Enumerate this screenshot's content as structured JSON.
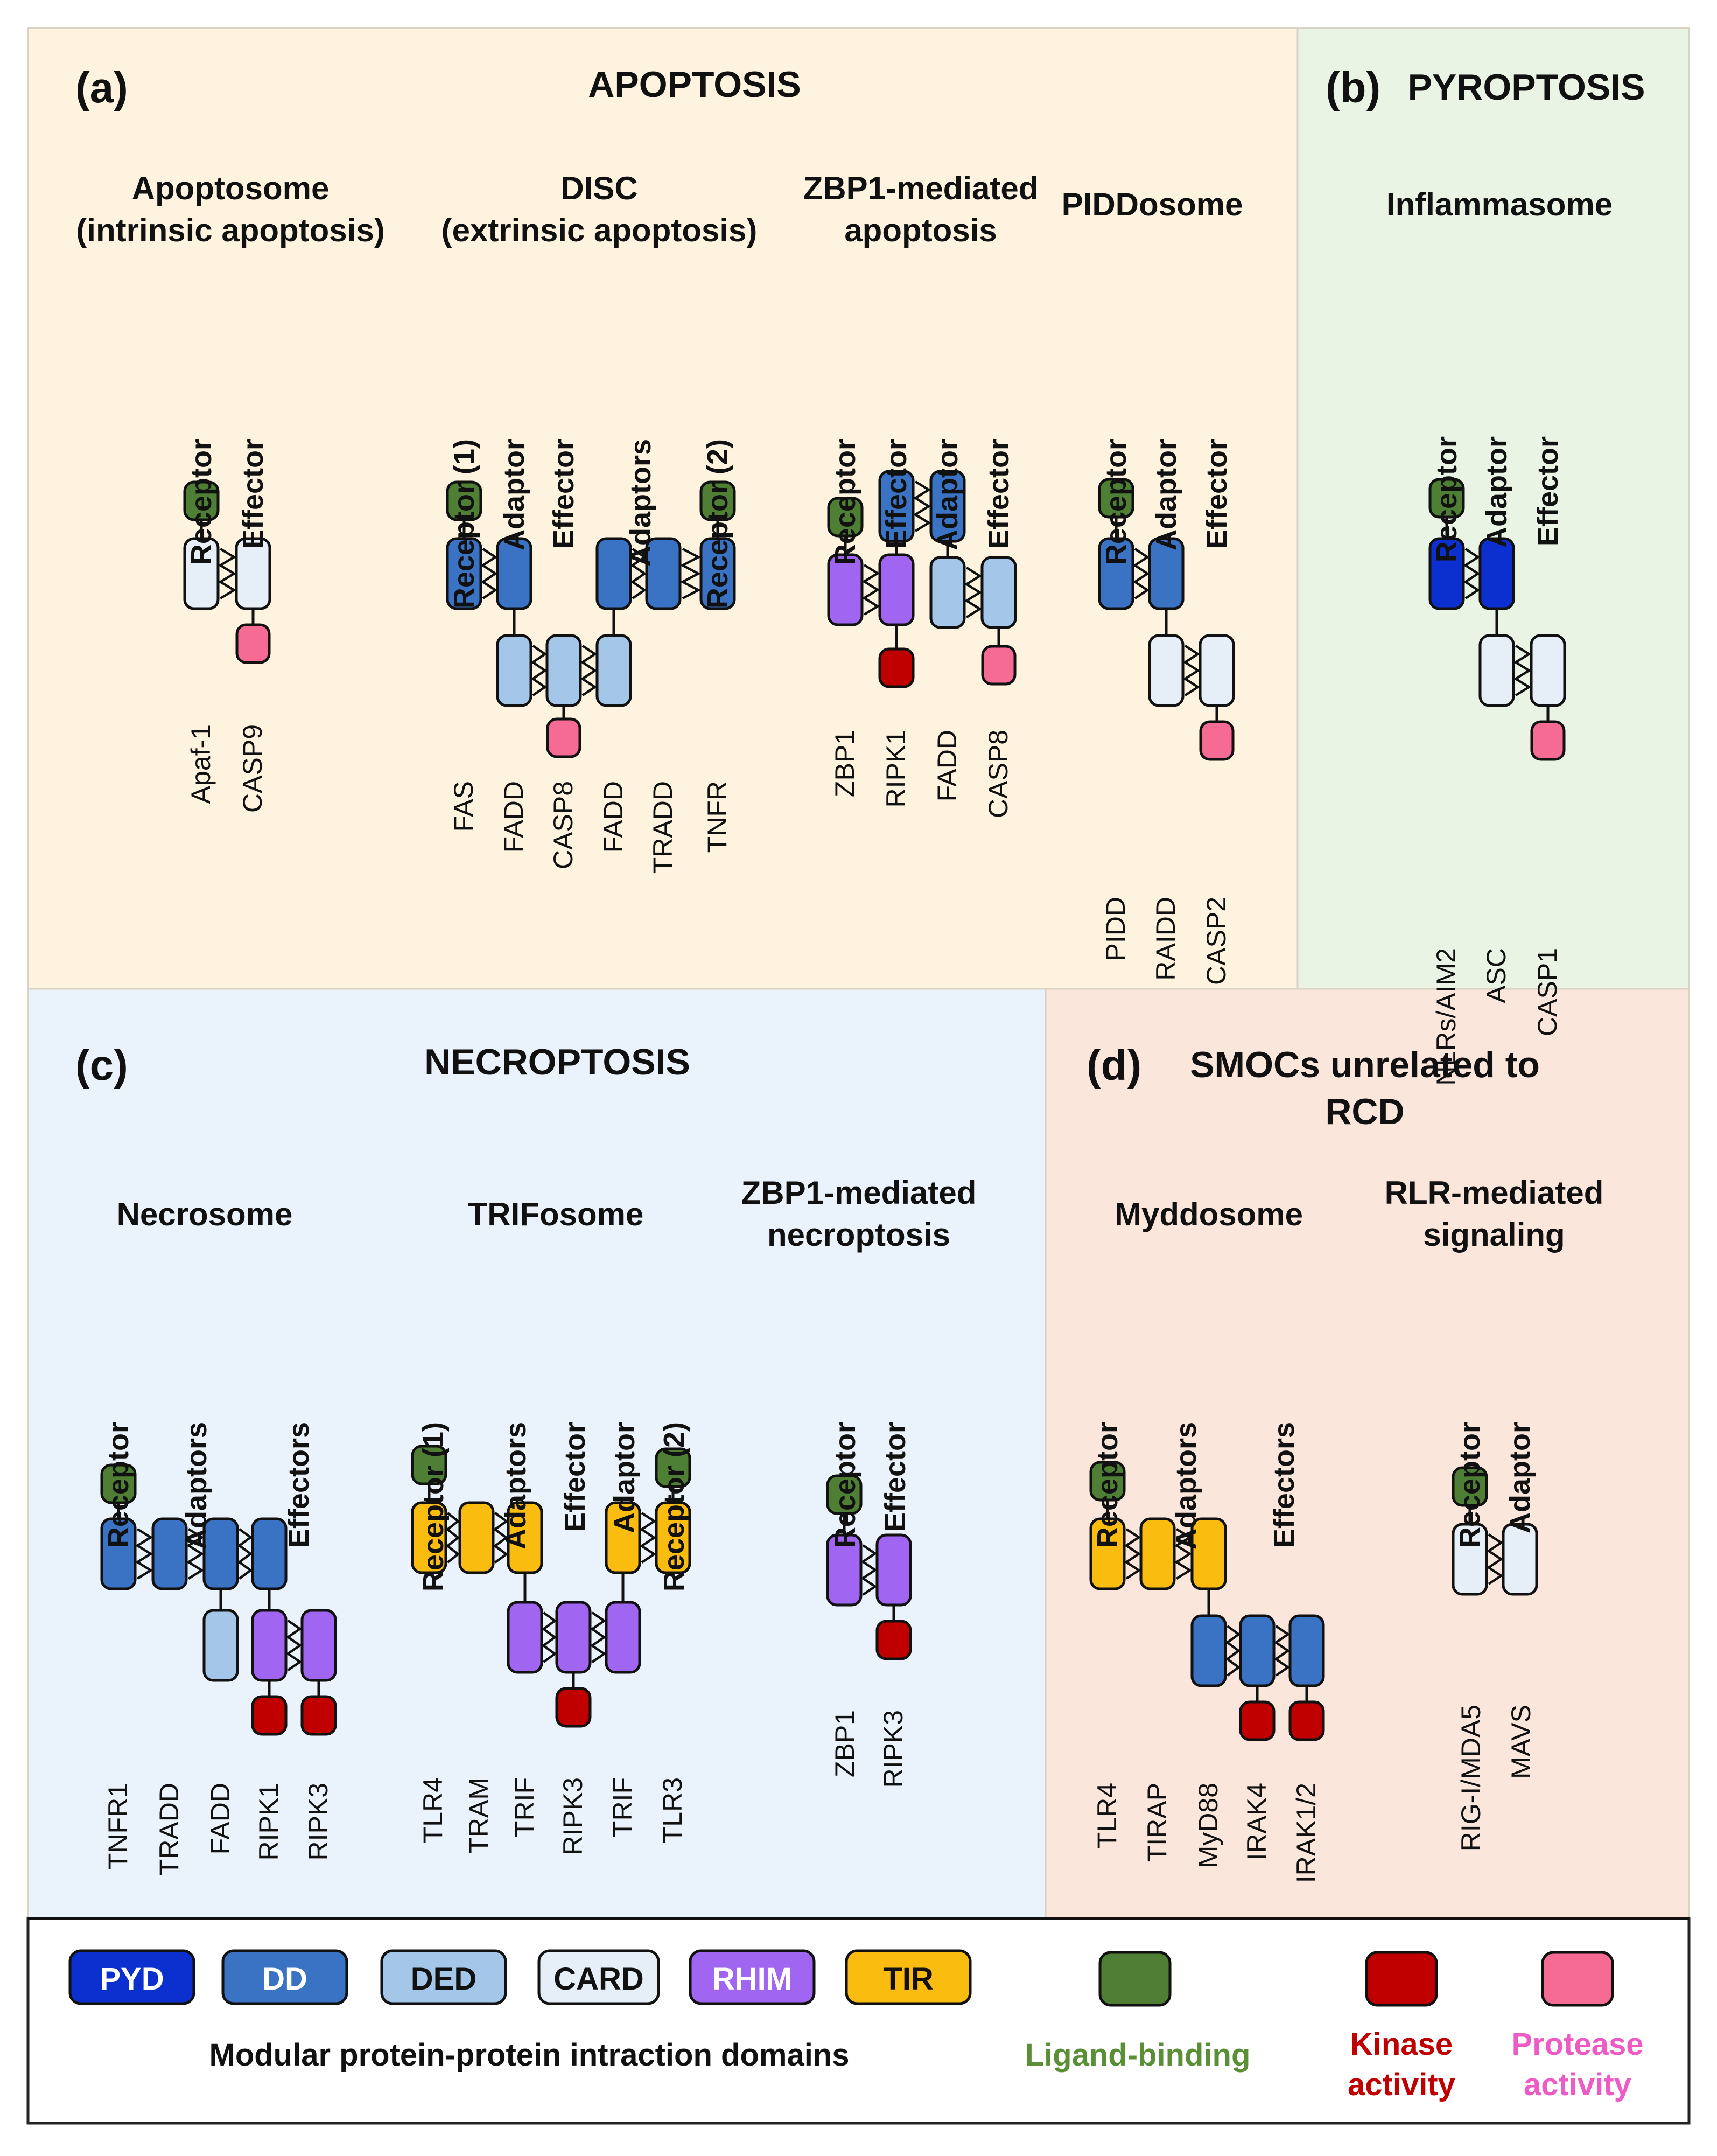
{
  "colors": {
    "PYD": "#0c2fd0",
    "DD": "#3a72c4",
    "DED": "#a4c6e9",
    "CARD": "#e6eef8",
    "RHIM": "#a066f2",
    "TIR": "#fbbc10",
    "ligand": "#4e7f34",
    "kinase": "#c00000",
    "protease": "#f56b94",
    "panel_a": "#fdf3df",
    "panel_b": "#e9f4e5",
    "panel_c": "#eaf3fb",
    "panel_d": "#fbe6dc",
    "outline": "#111111",
    "ligand_text": "#5a8f35",
    "kinase_text": "#c00000",
    "protease_text": "#ee5bc5"
  },
  "panels": [
    {
      "tag": "(a)",
      "title": [
        "APOPTOSIS"
      ]
    },
    {
      "tag": "(b)",
      "title": [
        "PYROPTOSIS"
      ]
    },
    {
      "tag": "(c)",
      "title": [
        "NECROPTOSIS"
      ]
    },
    {
      "tag": "(d)",
      "title": [
        "SMOCs unrelated to",
        "RCD"
      ]
    }
  ],
  "complexes": [
    {
      "title": [
        "Apoptosome",
        "(intrinsic apoptosis)"
      ],
      "roles": [
        "Receptor",
        "Effector"
      ],
      "proteins": [
        "Apaf-1",
        "CASP9"
      ]
    },
    {
      "title": [
        "DISC",
        "(extrinsic apoptosis)"
      ],
      "roles": [
        "Receptor (1)",
        "Adaptor",
        "Effector",
        "Adaptors",
        "Receptor (2)"
      ],
      "proteins": [
        "FAS",
        "FADD",
        "CASP8",
        "FADD",
        "TRADD",
        "TNFR"
      ]
    },
    {
      "title": [
        "ZBP1-mediated",
        "apoptosis"
      ],
      "roles": [
        "Receptor",
        "Effector",
        "Adaptor",
        "Effector"
      ],
      "proteins": [
        "ZBP1",
        "RIPK1",
        "FADD",
        "CASP8"
      ]
    },
    {
      "title": [
        "PIDDosome"
      ],
      "roles": [
        "Receptor",
        "Adaptor",
        "Effector"
      ],
      "proteins": [
        "PIDD",
        "RAIDD",
        "CASP2"
      ]
    },
    {
      "title": [
        "Inflammasome"
      ],
      "roles": [
        "Receptor",
        "Adaptor",
        "Effector"
      ],
      "proteins": [
        "NLRs/AIM2",
        "ASC",
        "CASP1"
      ]
    },
    {
      "title": [
        "Necrosome"
      ],
      "roles": [
        "Receptor",
        "Adaptors",
        "Effectors"
      ],
      "proteins": [
        "TNFR1",
        "TRADD",
        "FADD",
        "RIPK1",
        "RIPK3"
      ]
    },
    {
      "title": [
        "TRIFosome"
      ],
      "roles": [
        "Receptor (1)",
        "Adaptors",
        "Effector",
        "Adaptor",
        "Receptor (2)"
      ],
      "proteins": [
        "TLR4",
        "TRAM",
        "TRIF",
        "RIPK3",
        "TRIF",
        "TLR3"
      ]
    },
    {
      "title": [
        "ZBP1-mediated",
        "necroptosis"
      ],
      "roles": [
        "Receptor",
        "Effector"
      ],
      "proteins": [
        "ZBP1",
        "RIPK3"
      ]
    },
    {
      "title": [
        "Myddosome"
      ],
      "roles": [
        "Receptor",
        "Adaptors",
        "Effectors"
      ],
      "proteins": [
        "TLR4",
        "TIRAP",
        "MyD88",
        "IRAK4",
        "IRAK1/2"
      ]
    },
    {
      "title": [
        "RLR-mediated",
        "signaling"
      ],
      "roles": [
        "Receptor",
        "Adaptor"
      ],
      "proteins": [
        "RIG-I/MDA5",
        "MAVS"
      ]
    }
  ],
  "legend": {
    "domains": [
      "PYD",
      "DD",
      "DED",
      "CARD",
      "RHIM",
      "TIR"
    ],
    "domains_caption": "Modular protein-protein intraction domains",
    "ligand": [
      "Ligand-binding"
    ],
    "kinase": [
      "Kinase",
      "activity"
    ],
    "protease": [
      "Protease",
      "activity"
    ]
  }
}
